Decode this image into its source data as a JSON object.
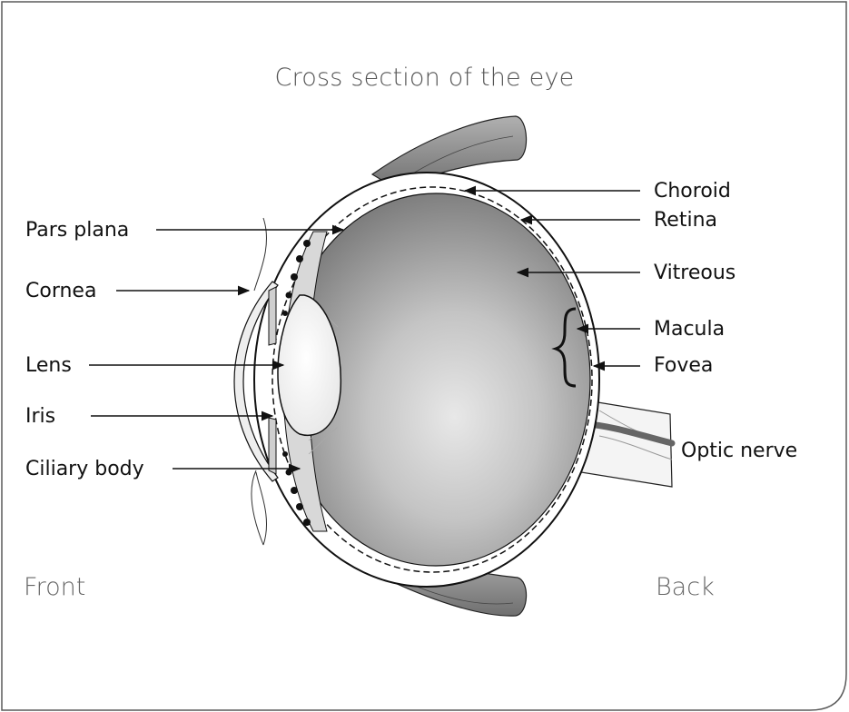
{
  "title": "Cross section of the eye",
  "labels": {
    "choroid": "Choroid",
    "retina": "Retina",
    "vitreous": "Vitreous",
    "macula": "Macula",
    "fovea": "Fovea",
    "optic_nerve": "Optic nerve",
    "pars_plana": "Pars plana",
    "cornea": "Cornea",
    "lens": "Lens",
    "iris": "Iris",
    "ciliary_body": "Ciliary body"
  },
  "orientation": {
    "front": "Front",
    "back": "Back"
  },
  "colors": {
    "frame": "#5a5a5a",
    "vitreous_dark": "#7a7a7a",
    "vitreous_light": "#e6e6e6",
    "muscle": "#8c8c8c",
    "ink": "#111111"
  }
}
